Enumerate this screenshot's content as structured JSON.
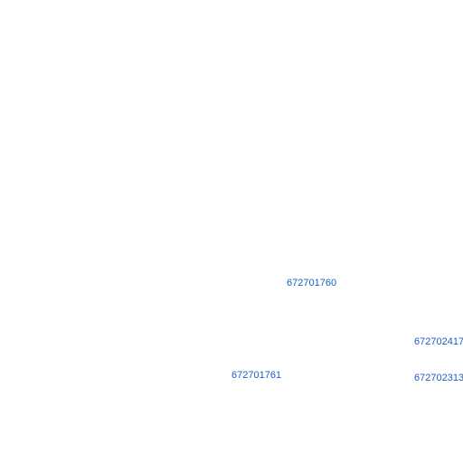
{
  "colors": {
    "background": "#ffffff",
    "label": "#1c5fc4"
  },
  "parcels": [
    {
      "id_label": "672701760"
    },
    {
      "id_label": "672702417"
    },
    {
      "id_label": "672701761"
    },
    {
      "id_label": "672702313"
    }
  ]
}
